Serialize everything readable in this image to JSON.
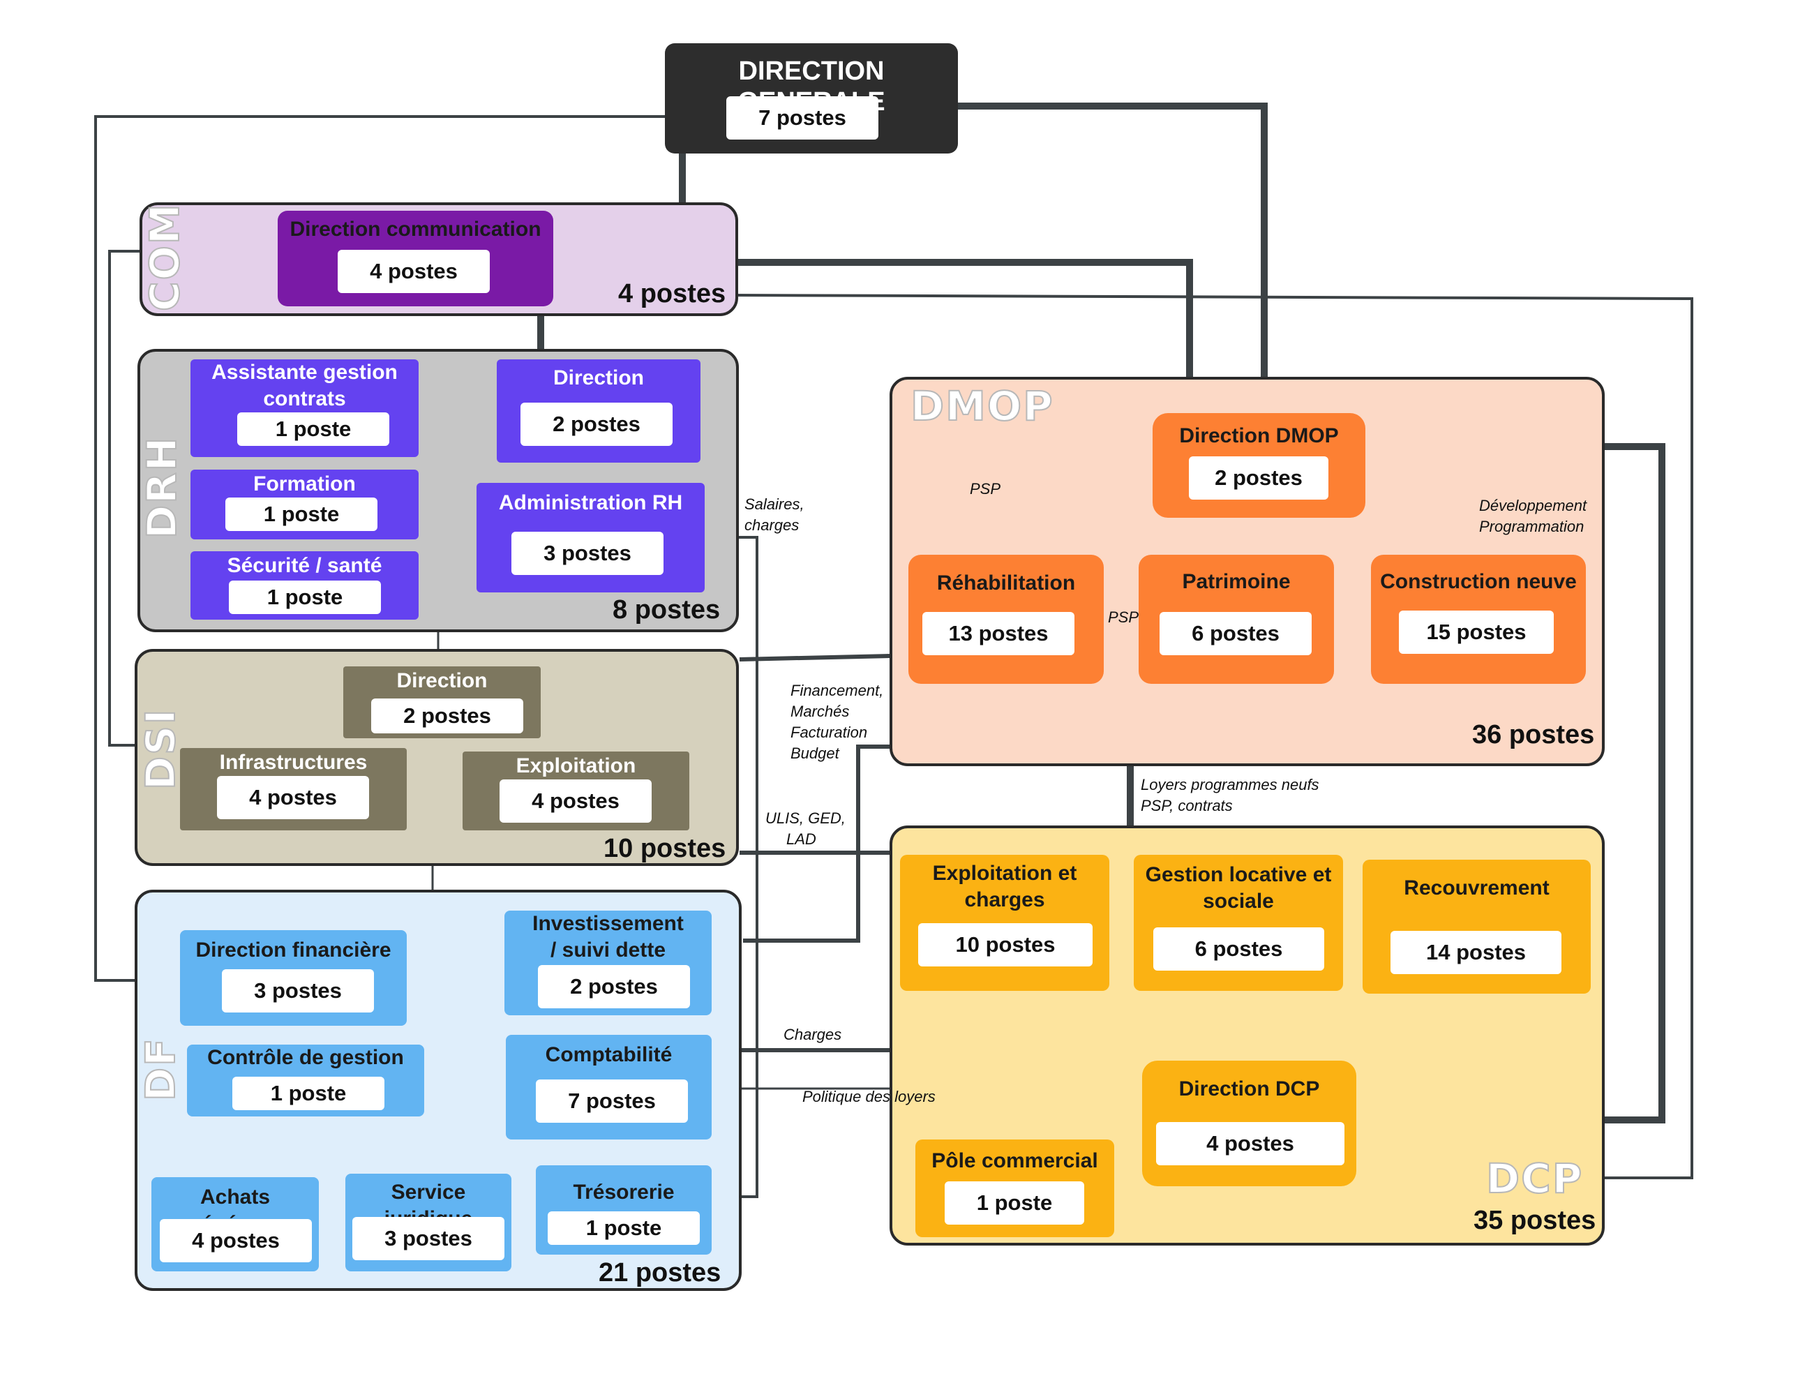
{
  "direction_generale": {
    "title": "DIRECTION GENERALE",
    "count": "7 postes"
  },
  "com": {
    "label": "COM",
    "total": "4 postes",
    "direction": {
      "title": "Direction communication",
      "count": "4 postes"
    }
  },
  "drh": {
    "label": "DRH",
    "total": "8 postes",
    "assistante": {
      "title_line1": "Assistante gestion",
      "title_line2": "contrats",
      "count": "1 poste"
    },
    "direction": {
      "title": "Direction",
      "count": "2 postes"
    },
    "formation": {
      "title": "Formation",
      "count": "1 poste"
    },
    "administration": {
      "title": "Administration RH",
      "count": "3 postes"
    },
    "securite": {
      "title": "Sécurité / santé",
      "count": "1 poste"
    }
  },
  "dsi": {
    "label": "DSI",
    "total": "10 postes",
    "direction": {
      "title": "Direction",
      "count": "2 postes"
    },
    "infrastructures": {
      "title": "Infrastructures",
      "count": "4 postes"
    },
    "exploitation": {
      "title": "Exploitation",
      "count": "4 postes"
    }
  },
  "df": {
    "label": "DF",
    "total": "21 postes",
    "direction_financiere": {
      "title": "Direction financière",
      "count": "3 postes"
    },
    "investissement": {
      "title_line1": "Investissement",
      "title_line2": "/ suivi dette",
      "count": "2 postes"
    },
    "controle": {
      "title": "Contrôle de gestion",
      "count": "1 poste"
    },
    "comptabilite": {
      "title": "Comptabilité",
      "count": "7 postes"
    },
    "achats": {
      "title": "Achats généraux",
      "count": "4 postes"
    },
    "juridique": {
      "title": "Service juridique",
      "count": "3 postes"
    },
    "tresorerie": {
      "title": "Trésorerie",
      "count": "1 poste"
    }
  },
  "dmop": {
    "label": "DMOP",
    "total": "36 postes",
    "direction": {
      "title": "Direction DMOP",
      "count": "2 postes"
    },
    "rehabilitation": {
      "title": "Réhabilitation",
      "count": "13 postes"
    },
    "patrimoine": {
      "title": "Patrimoine",
      "count": "6 postes"
    },
    "construction": {
      "title": "Construction neuve",
      "count": "15 postes"
    }
  },
  "dcp": {
    "label": "DCP",
    "total": "35 postes",
    "exploitation": {
      "title_line1": "Exploitation et",
      "title_line2": "charges",
      "count": "10 postes"
    },
    "gestion_locative": {
      "title_line1": "Gestion locative et",
      "title_line2": "sociale",
      "count": "6 postes"
    },
    "recouvrement": {
      "title": "Recouvrement",
      "count": "14 postes"
    },
    "direction": {
      "title": "Direction DCP",
      "count": "4 postes"
    },
    "pole_commercial": {
      "title": "Pôle commercial",
      "count": "1 poste"
    }
  },
  "notes": {
    "salaires_line1": "Salaires,",
    "salaires_line2": "charges",
    "financement_line1": "Financement,",
    "financement_line2": "Marchés",
    "financement_line3": "Facturation",
    "financement_line4": "Budget",
    "ulis_line1": "ULIS, GED,",
    "ulis_line2": "LAD",
    "psp_a": "PSP",
    "psp_b": "PSP",
    "developpement_line1": "Développement",
    "developpement_line2": "Programmation",
    "loyers_line1": "Loyers programmes neufs",
    "loyers_line2": "PSP, contrats",
    "charges": "Charges",
    "politique": "Politique des loyers"
  },
  "colors": {
    "dg": "#2d2d2d",
    "com_group": "#e4d0ea",
    "com_unit": "#7a1aa6",
    "drh_group": "#c6c6c6",
    "drh_unit": "#6442f0",
    "dsi_group": "#d6d1bd",
    "dsi_unit": "#7d775f",
    "df_group": "#dfeefb",
    "df_unit": "#62b4f2",
    "dmop_group": "#fcd9c6",
    "dmop_unit": "#fd8033",
    "dcp_group": "#fde49e",
    "dcp_unit": "#fbb213",
    "connector": "#3c4245"
  }
}
